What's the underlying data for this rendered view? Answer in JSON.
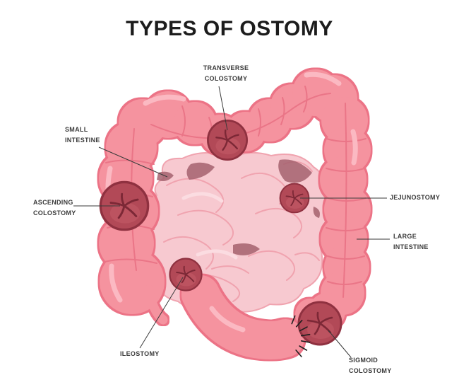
{
  "title": "TYPES OF OSTOMY",
  "labels": {
    "transverse_colostomy": {
      "line1": "TRANSVERSE",
      "line2": "COLOSTOMY"
    },
    "small_intestine": {
      "line1": "SMALL",
      "line2": "INTESTINE"
    },
    "ascending_colostomy": {
      "line1": "ASCENDING",
      "line2": "COLOSTOMY"
    },
    "jejunostomy": {
      "line1": "JEJUNOSTOMY"
    },
    "large_intestine": {
      "line1": "LARGE",
      "line2": "INTESTINE"
    },
    "ileostomy": {
      "line1": "ILEOSTOMY"
    },
    "sigmoid_colostomy": {
      "line1": "SIGMOID",
      "line2": "COLOSTOMY"
    }
  },
  "colors": {
    "background": "#FFFFFF",
    "title_text": "#1C1C1C",
    "label_text": "#3B3B3B",
    "leader_line": "#3A3A3A",
    "colon_fill": "#F5939F",
    "colon_outline": "#EC7386",
    "colon_highlight": "#FBB9C2",
    "colon_crease": "#EA7587",
    "small_intestine_fill": "#F7C9D0",
    "small_intestine_outline": "#F0A3AF",
    "fold_shadow": "#A5626E",
    "stoma_fill": "#B24957",
    "stoma_outline": "#8F3140",
    "stoma_crease": "#7C2836",
    "stitch": "#1F1F1F"
  }
}
